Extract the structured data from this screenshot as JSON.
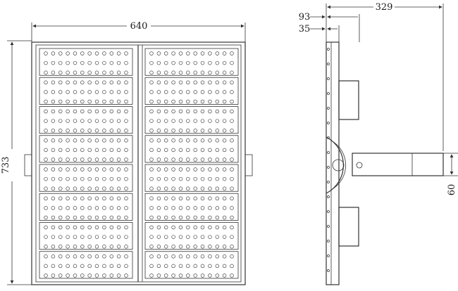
{
  "front_view": {
    "width_label": "640",
    "height_label": "733",
    "columns": 2,
    "modules_per_column": 8,
    "leds_per_row": 12,
    "rows_per_module": 3
  },
  "side_view": {
    "depth_total_label": "329",
    "offset_93_label": "93",
    "offset_35_label": "35",
    "bracket_label": "60"
  }
}
